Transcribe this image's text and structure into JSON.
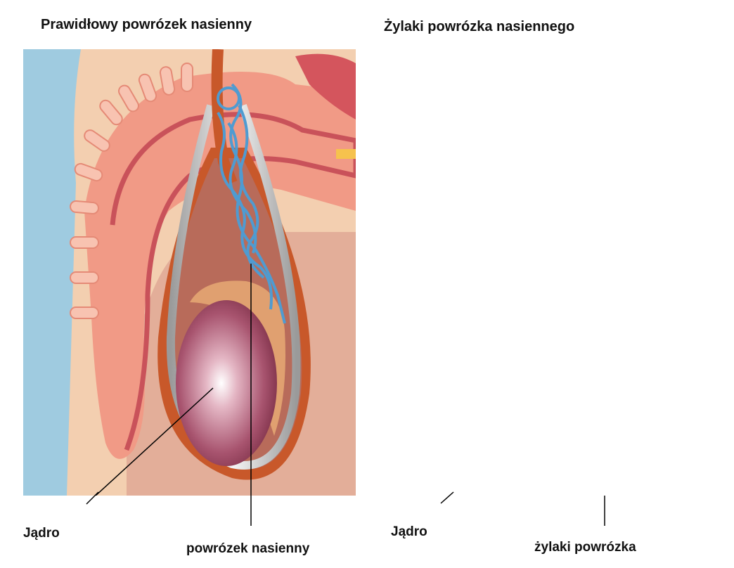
{
  "panels": {
    "left": {
      "title": "Prawidłowy powrózek nasienny",
      "labels": {
        "testis": "Jądro",
        "cord": "powrózek nasienny"
      }
    },
    "right": {
      "title": "Żylaki powrózka nasiennego",
      "labels": {
        "testis": "Jądro",
        "cord": "żylaki powrózka"
      }
    }
  },
  "colors": {
    "background_blue": "#9fcbe0",
    "skin": "#f3cfb0",
    "penis_pink": "#f19a86",
    "urethra_red": "#c9525a",
    "scrotum_wall": "#c8582a",
    "testis": "#b5667e",
    "vein_blue": "#4f9bd1",
    "tunica_gray": "#d9d9d9"
  }
}
